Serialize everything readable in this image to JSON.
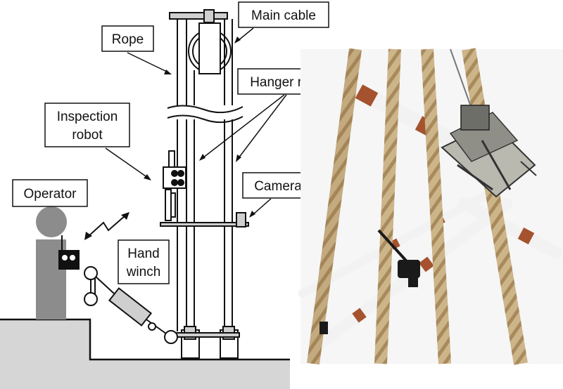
{
  "labels": {
    "rope": "Rope",
    "main_cable": "Main cable",
    "hanger_rope": "Hanger rope",
    "inspection_robot_line1": "Inspection",
    "inspection_robot_line2": "robot",
    "operator": "Operator",
    "camera": "Camera",
    "hand_winch_line1": "Hand",
    "hand_winch_line2": "winch"
  },
  "colors": {
    "ground": "#d6d6d6",
    "operator": "#8c8c8c",
    "line": "#111111",
    "rope_light": "#cdb58a",
    "rope_dark": "#8a6e45",
    "photo_bg": "#f6f6f6",
    "tape": "#f2f2f2",
    "tape_band": "#a5522e"
  },
  "icons": {
    "radio_signal": "zigzag-signal-icon",
    "remote": "remote-controller-icon",
    "pulley": "pulley-icon"
  }
}
